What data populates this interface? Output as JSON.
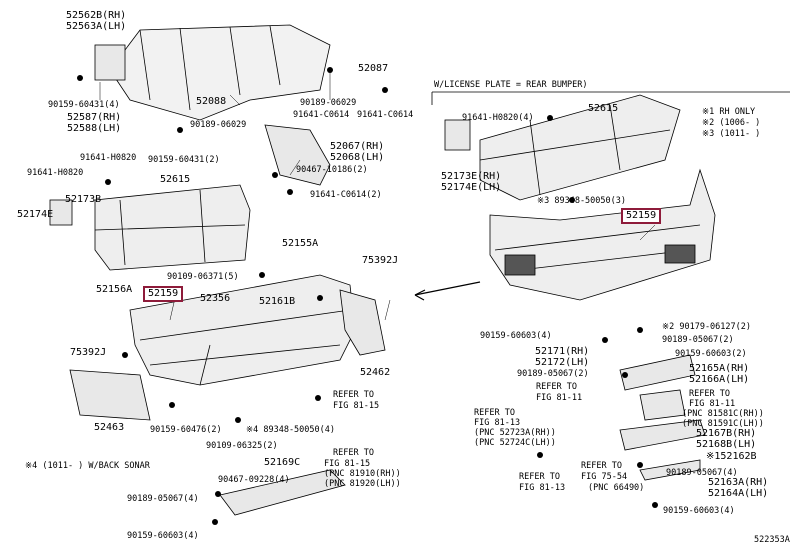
{
  "colors": {
    "highlight": "#8e1b3a",
    "line": "#000000",
    "part_fill": "#e8e8e8",
    "part_dark": "#555555"
  },
  "labels": {
    "l52562b": "52562B(RH)",
    "l52563a": "52563A(LH)",
    "l52087": "52087",
    "l90159_431a": "90159-60431(4)",
    "l52088": "52088",
    "l90189_6029a": "90189-06029",
    "l91641_c0614a": "91641-C0614",
    "l91641_c0614b": "91641-C0614",
    "l52587": "52587(RH)",
    "l52588": "52588(LH)",
    "l90189_6029b": "90189-06029",
    "l90159_431b": "90159-60431(2)",
    "l52067": "52067(RH)",
    "l52068": "52068(LH)",
    "l90467_10186": "90467-10186(2)",
    "l91641_c0614c": "91641-C0614(2)",
    "l91641_h0820a": "91641-H0820",
    "l91641_h0820b": "91641-H0820",
    "l52615a": "52615",
    "l52173b": "52173B",
    "l52174e": "52174E",
    "l52155a": "52155A",
    "l75392j": "75392J",
    "l90109_6371": "90109-06371(5)",
    "l52156a": "52156A",
    "l52159a": "52159",
    "l52356": "52356",
    "l52161b": "52161B",
    "l75392jb": "75392J",
    "l52462": "52462",
    "l52463": "52463",
    "l90159_476": "90159-60476(2)",
    "l89348a": "※4 89348-50050(4)",
    "l90109_6325": "90109-06325(2)",
    "l_refer_81_15a": "REFER TO",
    "l_fig_81_15a": "FIG 81-15",
    "l_refer_81_15b": "REFER TO",
    "l_fig_81_15b": "FIG 81-15",
    "l_pnc_81910": "(PNC 81910(RH))",
    "l_pnc_81920": "(PNC 81920(LH))",
    "l_backsonar": "※4 (1011-   ) W/BACK SONAR",
    "l52169c": "52169C",
    "l90467_9228": "90467-09228(4)",
    "l90189_5067a": "90189-05067(4)",
    "l90159_603a": "90159-60603(4)",
    "l_license": "W/LICENSE PLATE = REAR BUMPER)",
    "l52615b": "52615",
    "l91641_h0820_4": "91641-H0820(4)",
    "l_note1": "※1 RH ONLY",
    "l_note2": "※2 (1006-    )",
    "l_note3": "※3 (1011-    )",
    "l52173e": "52173E(RH)",
    "l52174e_lh": "52174E(LH)",
    "l89348b": "※3 89348-50050(3)",
    "l52159b": "52159",
    "l90179_6127": "※2 90179-06127(2)",
    "l90189_5067b": "90189-05067(2)",
    "l90159_603b": "90159-60603(4)",
    "l90159_603c": "90159-60603(2)",
    "l52171": "52171(RH)",
    "l52172": "52172(LH)",
    "l90189_5067c": "90189-05067(2)",
    "l52165a": "52165A(RH)",
    "l52166a": "52166A(LH)",
    "l_refer_81_11a": "REFER TO",
    "l_fig_81_11a": "FIG 81-11",
    "l_refer_81_11b": "REFER TO",
    "l_fig_81_11b": "FIG 81-11",
    "l_pnc_81581c": "(PNC 81581C(RH))",
    "l_pnc_81591c": "(PNC 81591C(LH))",
    "l_refer_81_13a": "REFER TO",
    "l_fig_81_13a": "FIG 81-13",
    "l_pnc_52723a": "(PNC 52723A(RH))",
    "l_pnc_52724c": "(PNC 52724C(LH))",
    "l52167b": "52167B(RH)",
    "l52168b": "52168B(LH)",
    "l152162b": "※152162B",
    "l_refer_81_13b": "REFER TO",
    "l_fig_81_13b": "FIG 81-13",
    "l_refer_75_54": "REFER TO",
    "l_fig_75_54": "FIG 75-54",
    "l_pnc_66490": "(PNC 66490)",
    "l90189_5067d": "90189-05067(4)",
    "l52163a": "52163A(RH)",
    "l52164a": "52164A(LH)",
    "l90159_603d": "90159-60603(4)",
    "l_docid": "522353A"
  }
}
